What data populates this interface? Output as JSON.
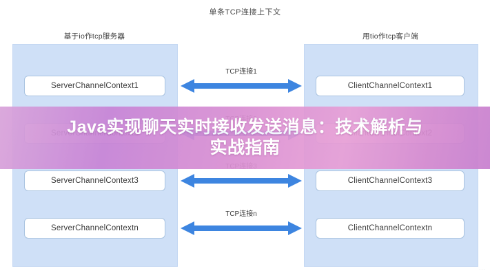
{
  "diagram": {
    "title": "单条TCP连接上下文",
    "left_panel_header": "基于io作tcp服务器",
    "right_panel_header": "用tio作tcp客户端",
    "server_boxes": [
      "ServerChannelContext1",
      "ServerChannelContext2",
      "ServerChannelContext3",
      "ServerChannelContextn"
    ],
    "client_boxes": [
      "ClientChannelContext1",
      "ClientChannelContext2",
      "ClientChannelContext3",
      "ClientChannelContextn"
    ],
    "connection_labels": [
      "TCP连接1",
      "TCP连接2",
      "TCP连接3",
      "TCP连接n"
    ],
    "arrow_icon": "double-headed-arrow",
    "colors": {
      "panel_fill": "#cfe0f7",
      "panel_border": "#c3d7f2",
      "box_fill": "#ffffff",
      "box_border": "#a9c3e0",
      "arrow": "#3d85e0",
      "banner_start": "#d9a3da",
      "banner_end": "#c77fce",
      "banner_text": "#ffffff"
    }
  },
  "banner": {
    "line1": "Java实现聊天实时接收发送消息：技术解析与",
    "line2": "实战指南"
  },
  "watermark": {
    "text": "···"
  }
}
